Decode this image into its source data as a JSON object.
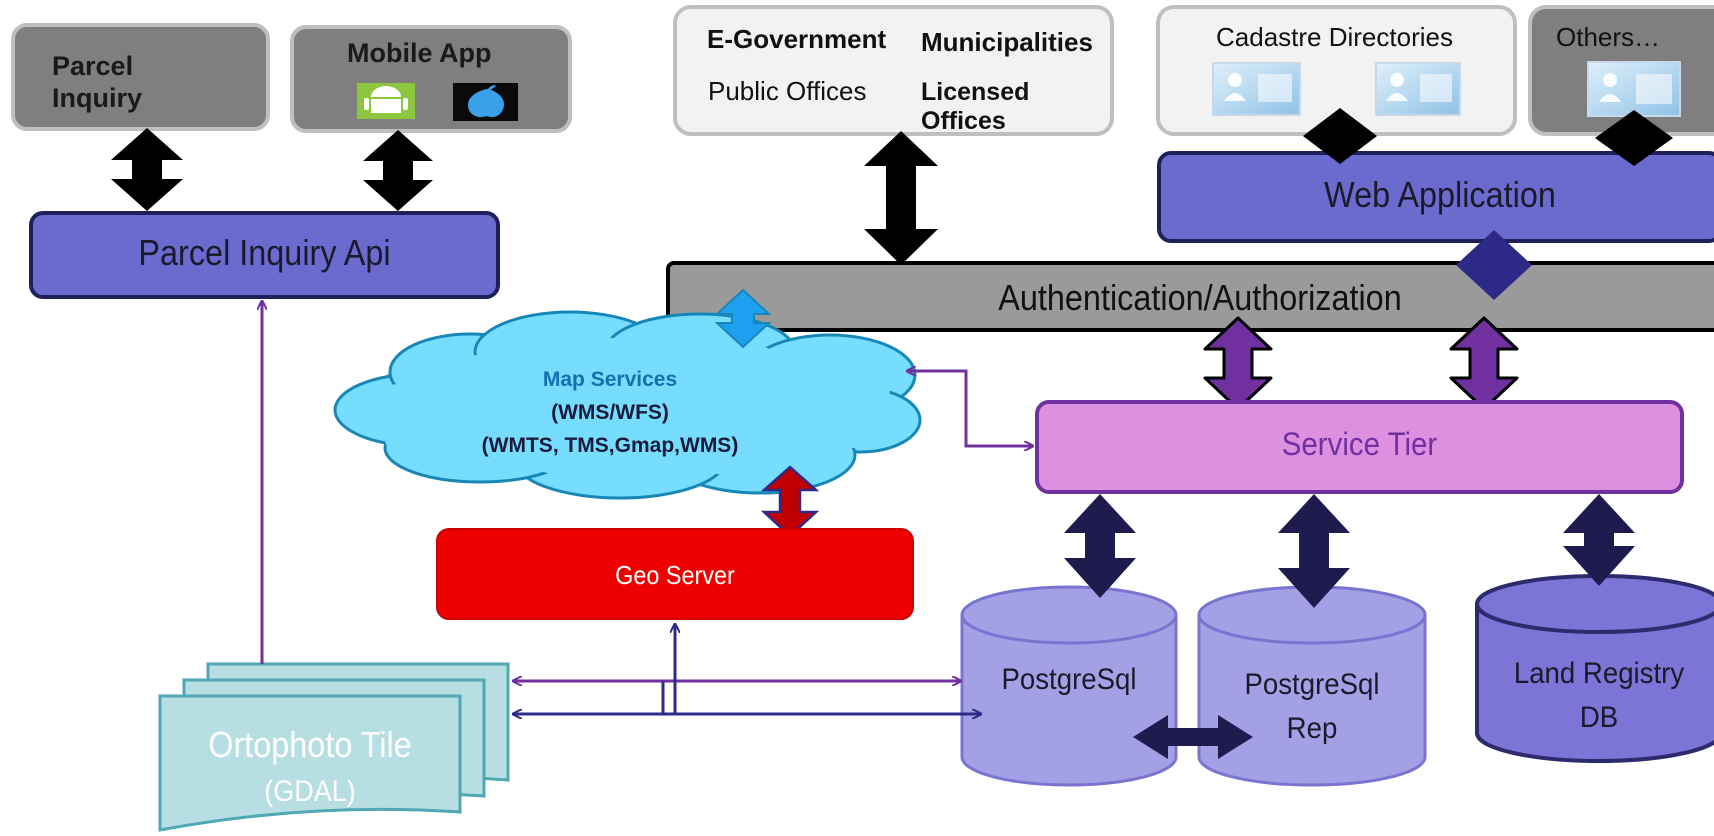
{
  "client_boxes": {
    "parcel_inquiry": "Parcel\nInquiry",
    "mobile_app": "Mobile App",
    "egov": {
      "e_government": "E-Government",
      "municipalities": "Municipalities",
      "public_offices": "Public Offices",
      "licensed_offices": "Licensed\nOffices"
    },
    "cadastre_directories": "Cadastre Directories",
    "others": "Others…"
  },
  "layers": {
    "parcel_inquiry_api": "Parcel Inquiry Api",
    "web_application": "Web Application",
    "auth": "Authentication/Authorization",
    "service_tier": "Service Tier",
    "geo_server": "Geo Server"
  },
  "map_services": {
    "line1": "Map Services",
    "line2": "(WMS/WFS)",
    "line3": "(WMTS, TMS,Gmap,WMS)"
  },
  "databases": {
    "postgresql": "PostgreSql",
    "postgresql_rep": "PostgreSql\nRep",
    "land_registry": "Land Registry\nDB"
  },
  "ortophoto": {
    "title": "Ortophoto Tile",
    "subtitle": "(GDAL)"
  },
  "icons": [
    "android-icon",
    "apple-icon",
    "user-screen-icon"
  ],
  "colors": {
    "gray_box": "#7f7f7f",
    "light_box": "#f2f2f2",
    "api_blue": "#6b6bcf",
    "auth_gray": "#9a9a9a",
    "service_pink": "#dd8fe0",
    "geo_red": "#ee0000",
    "cloud_blue": "#77ddff",
    "db_purple": "#a4a0e6",
    "db_dark": "#7c74d6",
    "ortho_teal": "#b7dfe3",
    "arrow_navy": "#1f1b4f",
    "arrow_purple": "#7030a0"
  }
}
